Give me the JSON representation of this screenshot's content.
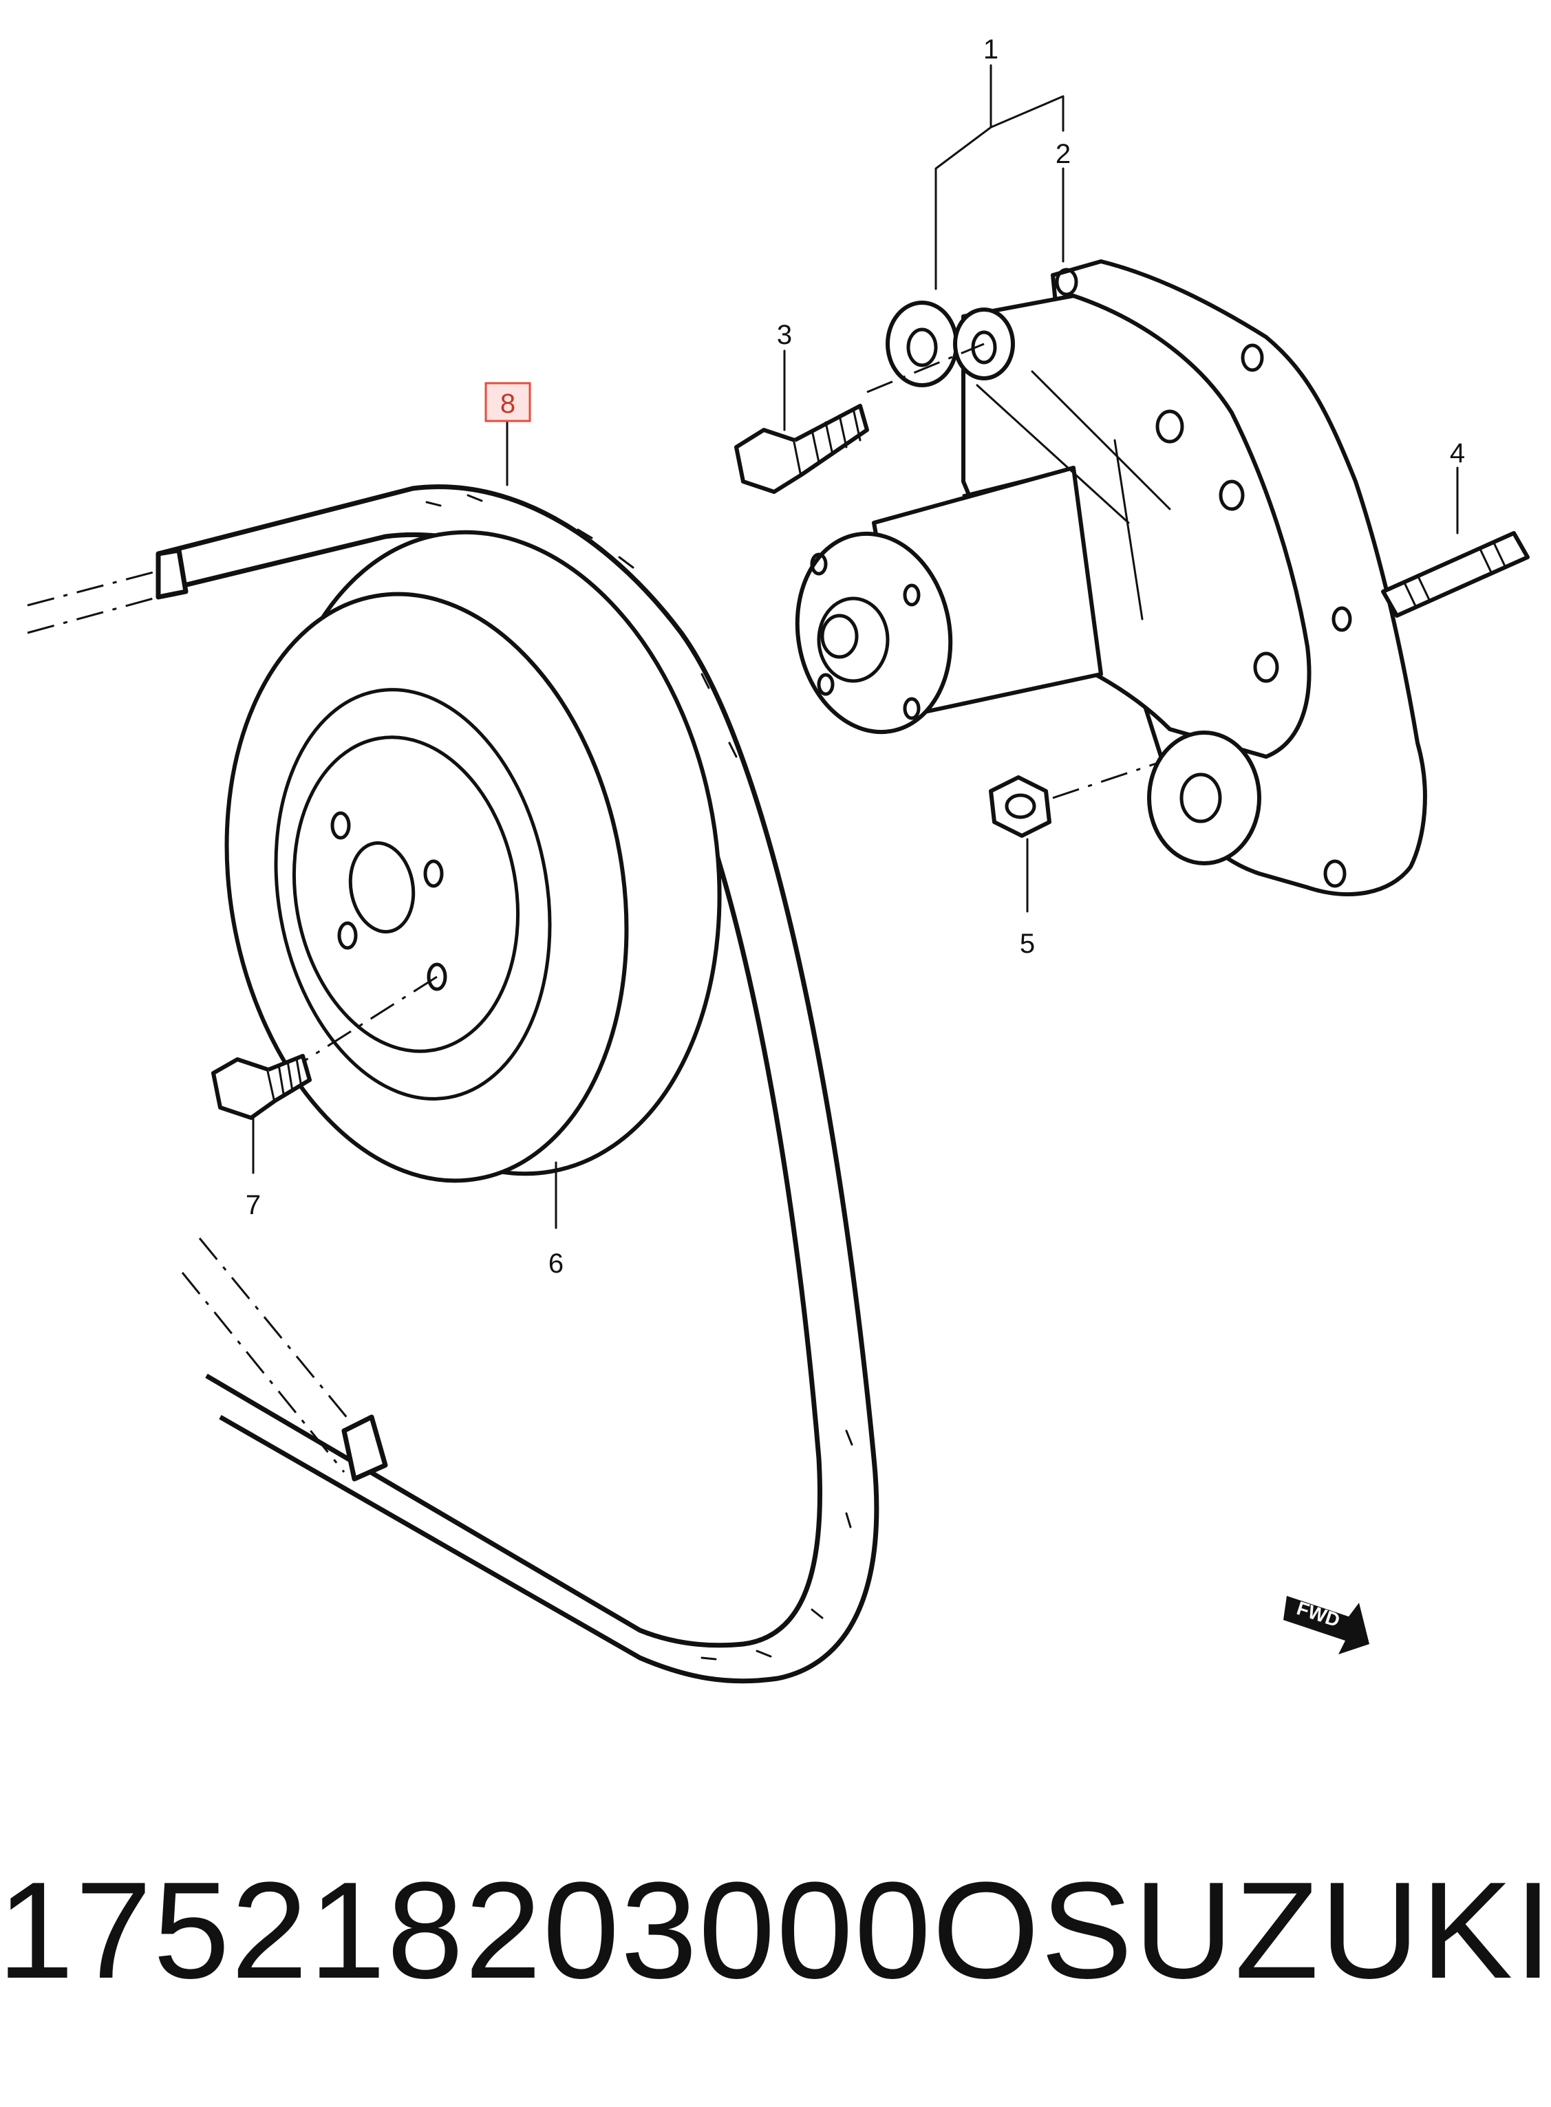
{
  "diagram": {
    "callouts": [
      {
        "id": "1",
        "label": "1"
      },
      {
        "id": "2",
        "label": "2"
      },
      {
        "id": "3",
        "label": "3"
      },
      {
        "id": "4",
        "label": "4"
      },
      {
        "id": "5",
        "label": "5"
      },
      {
        "id": "6",
        "label": "6"
      },
      {
        "id": "7",
        "label": "7"
      },
      {
        "id": "8",
        "label": "8",
        "highlighted": true
      }
    ],
    "fwd_label": "FWD",
    "highlight_color": "#e74c3c"
  },
  "footer": {
    "part_number": "175218203000O",
    "brand": "SUZUKI"
  }
}
